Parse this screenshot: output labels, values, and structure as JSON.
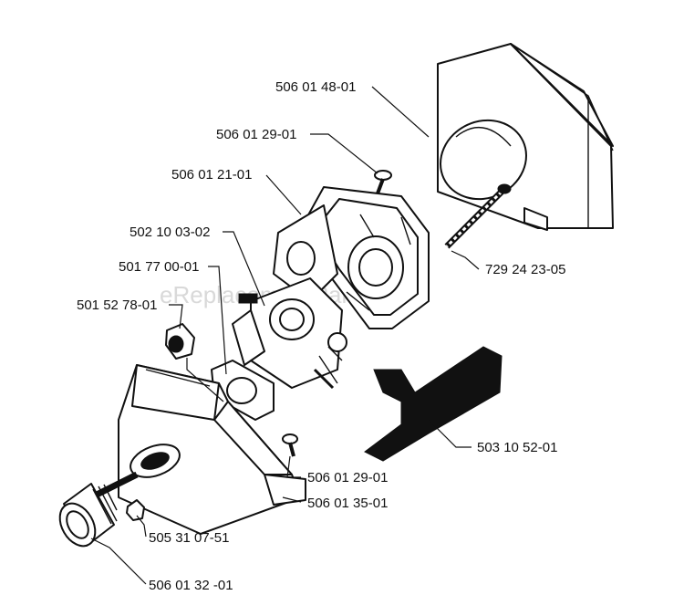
{
  "watermark": "eReplacementParts.com",
  "parts": [
    {
      "id": "p1",
      "number": "506 01 48-01"
    },
    {
      "id": "p2",
      "number": "506 01 29-01"
    },
    {
      "id": "p3",
      "number": "506 01 21-01"
    },
    {
      "id": "p4",
      "number": "502 10 03-02"
    },
    {
      "id": "p5",
      "number": "501 77 00-01"
    },
    {
      "id": "p6",
      "number": "501 52 78-01"
    },
    {
      "id": "p7",
      "number": "729 24 23-05"
    },
    {
      "id": "p8",
      "number": "503 10 52-01"
    },
    {
      "id": "p9",
      "number": "506 01 29-01"
    },
    {
      "id": "p10",
      "number": "506 01 35-01"
    },
    {
      "id": "p11",
      "number": "505 31 07-51"
    },
    {
      "id": "p12",
      "number": "506 01 32 -01"
    }
  ]
}
